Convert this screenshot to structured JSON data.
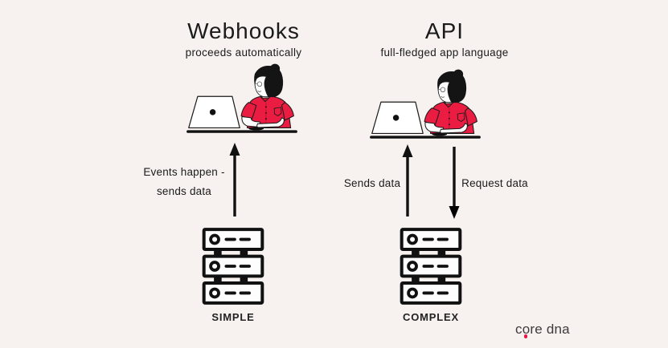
{
  "background": "#f7f2ef",
  "colors": {
    "ink": "#1b1b1b",
    "shirt_red": "#ea1c41",
    "logo_gray": "#3f3b3c",
    "logo_dot_red": "#e4164a"
  },
  "left_column": {
    "title": "Webhooks",
    "subtitle": "proceeds automatically",
    "arrow_label_line1": "Events happen -",
    "arrow_label_line2": "sends data",
    "server_caption": "SIMPLE"
  },
  "right_column": {
    "title": "API",
    "subtitle": "full-fledged app language",
    "up_arrow_label": "Sends data",
    "down_arrow_label": "Request data",
    "server_caption": "COMPLEX"
  },
  "logo": {
    "core": "core",
    "dna": "dna"
  }
}
